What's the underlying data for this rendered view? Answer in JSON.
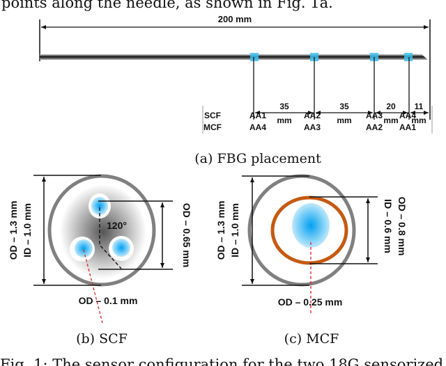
{
  "body_text_top": "points along the needle, as shown in Fig. 1a.",
  "body_text_bottom": "Fig. 1: The sensor configuration for the two 18G sensorized",
  "panel_a": {
    "total_length": "200 mm",
    "segments": [
      {
        "value": "35",
        "unit": "mm"
      },
      {
        "value": "35",
        "unit": "mm"
      },
      {
        "value": "20",
        "unit": "mm"
      },
      {
        "value": "11",
        "unit": "mm"
      }
    ],
    "table": {
      "rows": [
        {
          "label": "SCF",
          "cells": [
            "AA1",
            "AA2",
            "AA3",
            "AA4"
          ]
        },
        {
          "label": "MCF",
          "cells": [
            "AA4",
            "AA3",
            "AA2",
            "AA1"
          ]
        }
      ]
    },
    "caption": "(a) FBG placement"
  },
  "panel_b": {
    "outer_label_1": "OD – 1.3 mm",
    "outer_label_2": "ID – 1.0 mm",
    "inner_label": "OD – 0.65 mm",
    "angle_label": "120°",
    "core_label": "OD – 0.1 mm",
    "caption": "(b) SCF"
  },
  "panel_c": {
    "outer_label_1": "OD – 1.3 mm",
    "outer_label_2": "ID – 1.0 mm",
    "inner_label_1": "OD – 0.8 mm",
    "inner_label_2": "ID – 0.6 mm",
    "core_label": "OD – 0.25 mm",
    "caption": "(c) MCF"
  },
  "colors": {
    "fbg": "#3cc0f0",
    "tube": "#808080",
    "sheath": "#c55a11",
    "pointer": "#e02020"
  }
}
